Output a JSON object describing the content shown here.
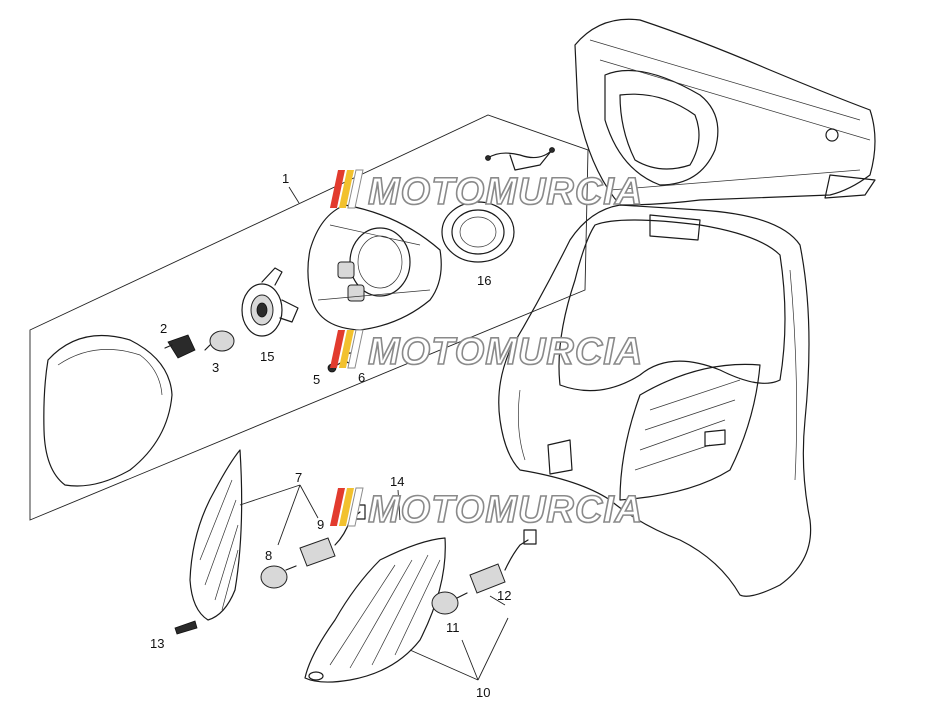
{
  "diagram": {
    "callouts": [
      "1",
      "2",
      "3",
      "5",
      "6",
      "7",
      "8",
      "9",
      "10",
      "11",
      "12",
      "13",
      "14",
      "15",
      "16"
    ],
    "watermark": {
      "text": "MOTOMURCIA",
      "stripe_colors": [
        "#e23b2e",
        "#f2c12e",
        "#ffffff"
      ]
    },
    "colors": {
      "line": "#1a1a1a",
      "watermark_outline": "#8a8a8a"
    }
  }
}
